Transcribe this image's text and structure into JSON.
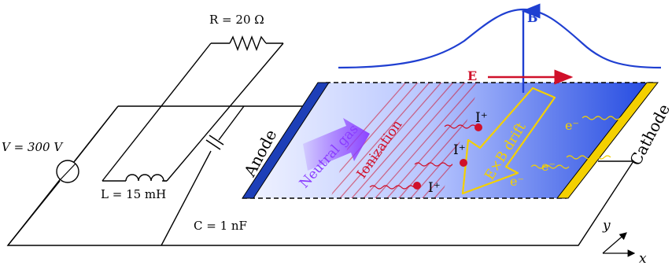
{
  "circuit": {
    "resistor_label": "R = 20 Ω",
    "voltage_label": "V = 300 V",
    "inductor_label": "L = 15 mH",
    "capacitor_label": "C = 1 nF"
  },
  "thruster": {
    "anode_label": "Anode",
    "cathode_label": "Cathode",
    "neutral_gas_label": "Neutral gas",
    "ionization_label": "Ionization",
    "drift_label": "E×B drift",
    "ion_labels": [
      "I⁺",
      "I⁺",
      "I⁺"
    ],
    "electron_labels": [
      "e⁻",
      "e⁻",
      "e⁻"
    ]
  },
  "fields": {
    "b_label": "B",
    "e_label": "E"
  },
  "axes": {
    "x_label": "x",
    "y_label": "y"
  },
  "colors": {
    "anode": "#1d3fb8",
    "cathode": "#f4d000",
    "b_field": "#1f3fd1",
    "e_field": "#d0102a",
    "ionization": "#d0102a",
    "neutral_gas": "#8a3cff",
    "drift": "#f4d000"
  }
}
